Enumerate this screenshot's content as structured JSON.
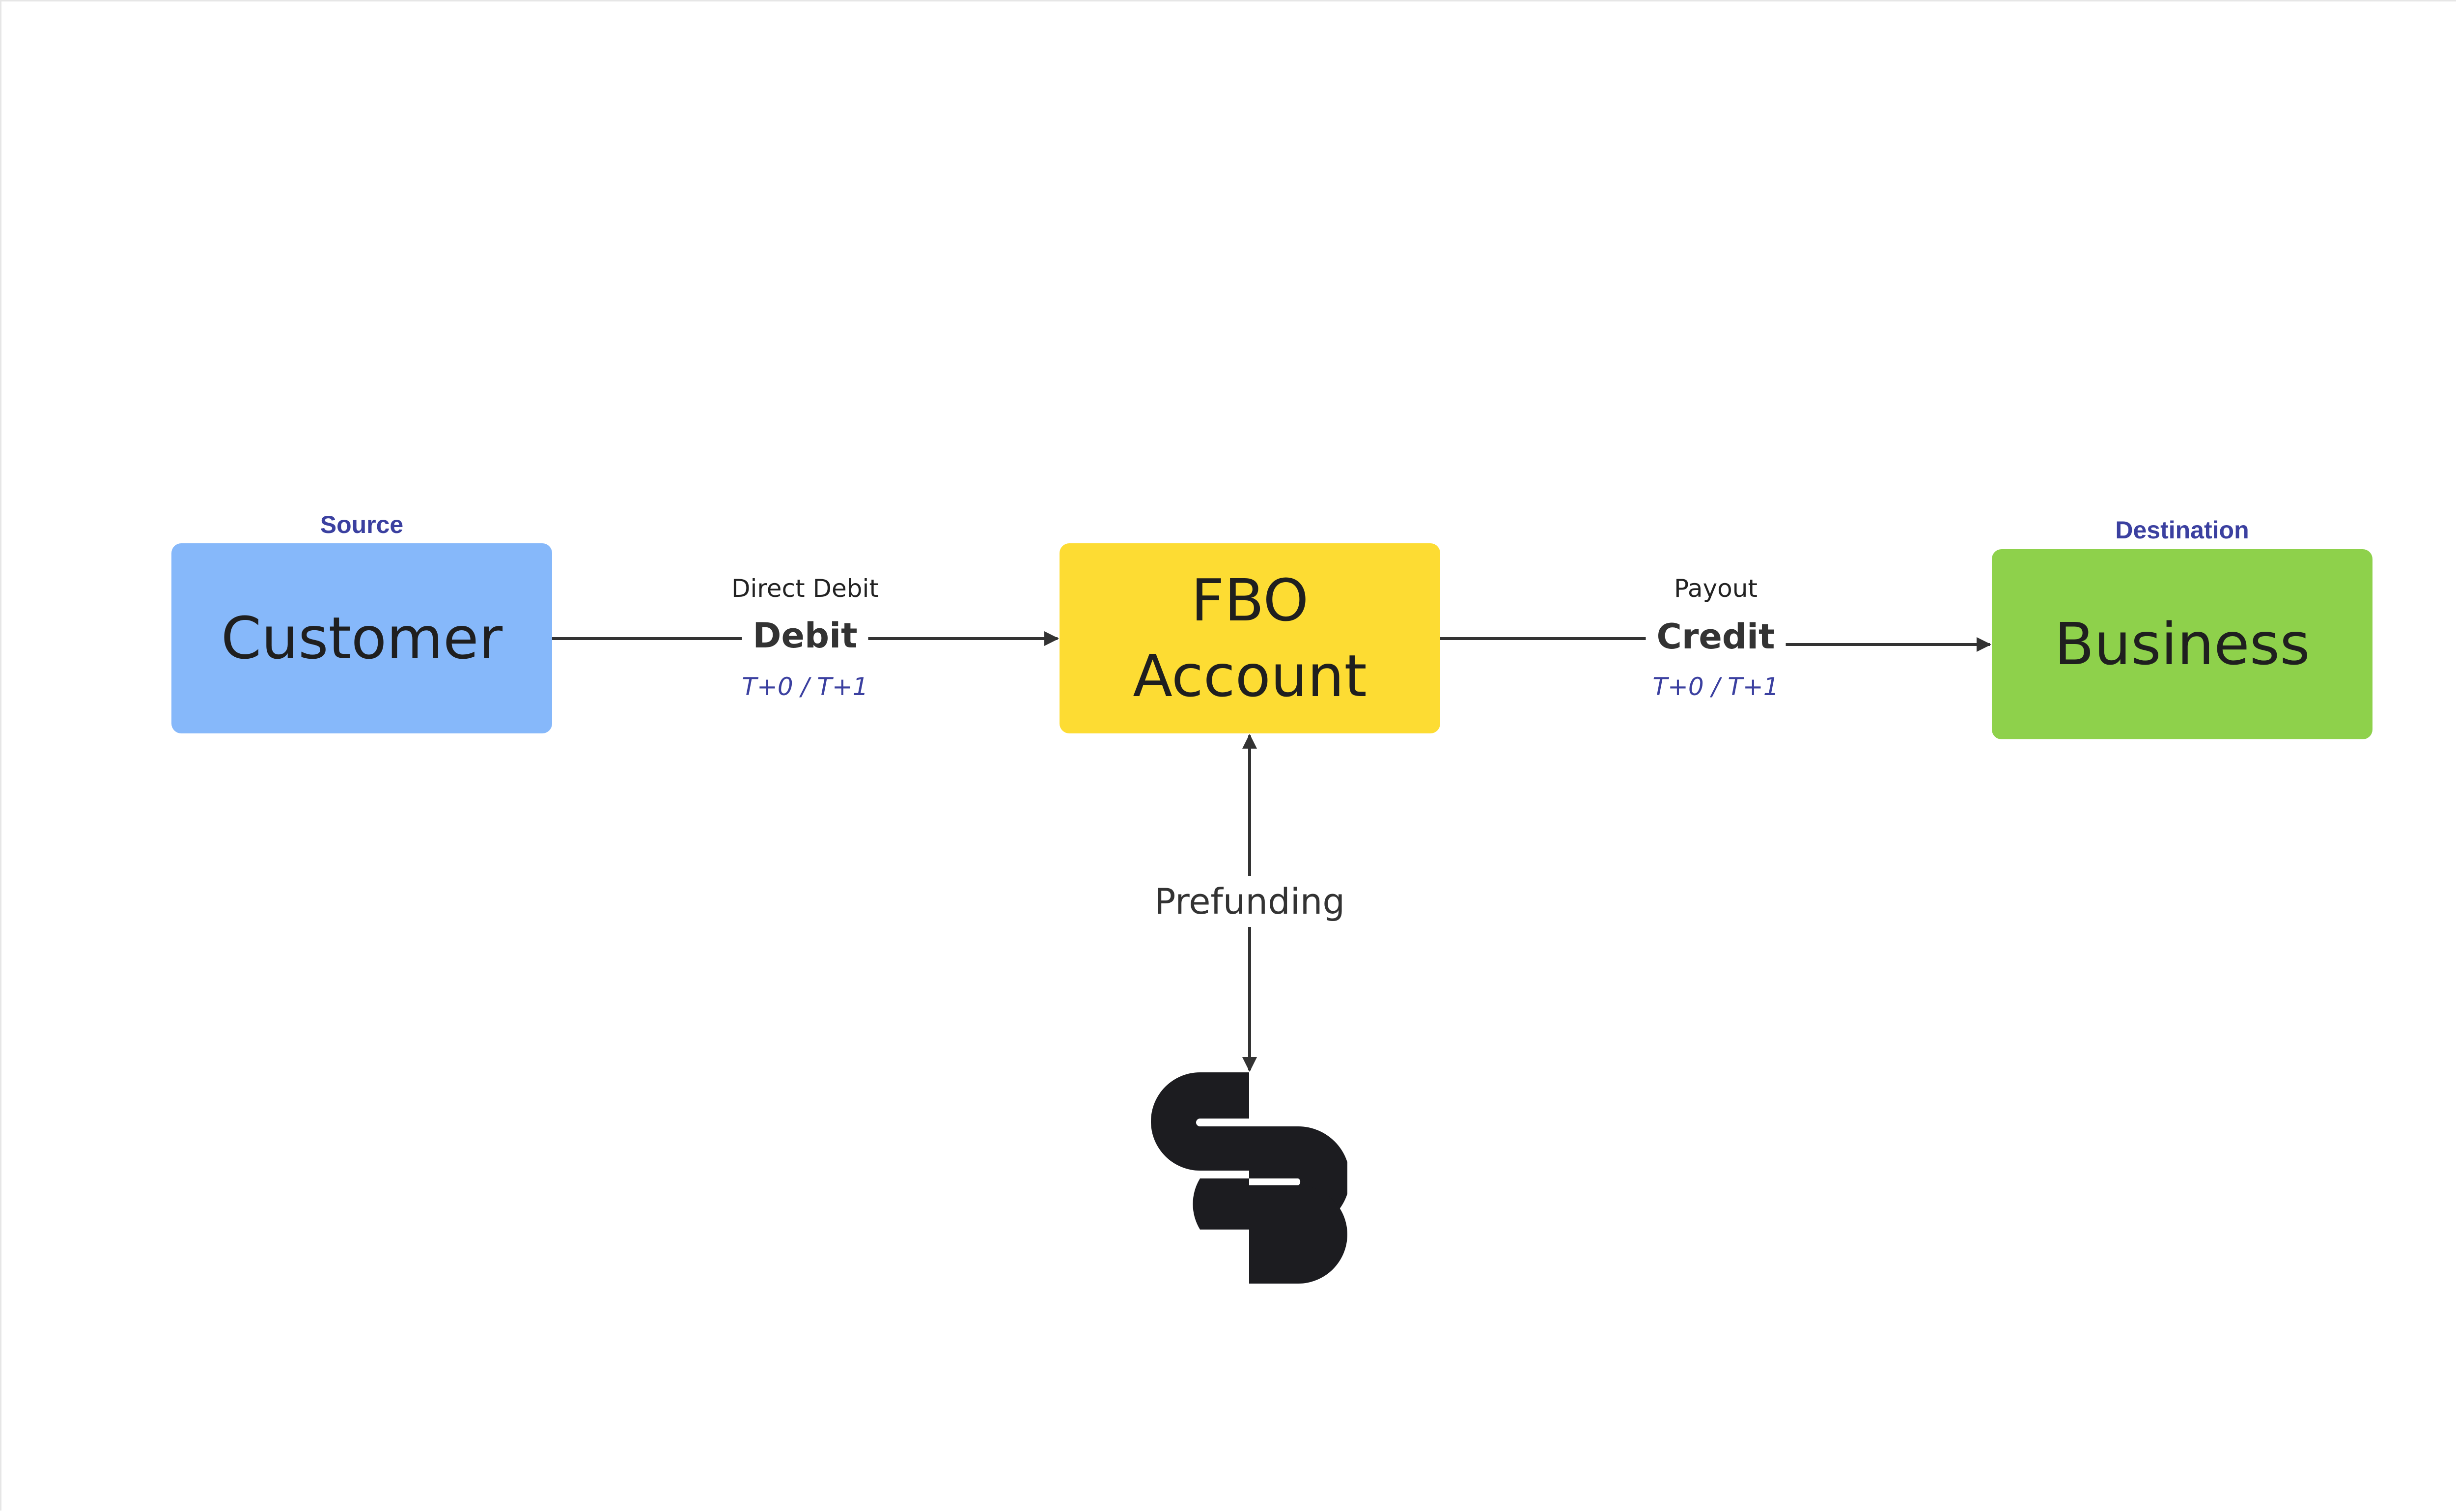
{
  "colors": {
    "source_fill": "#86b8fa",
    "fbo_fill": "#fddc33",
    "destination_fill": "#8ed14b",
    "role_label": "#3b40a0",
    "timing_label": "#3b40a0",
    "connector": "#333333",
    "logo": "#1c1c20"
  },
  "source": {
    "role": "Source",
    "title": "Customer"
  },
  "fbo": {
    "line1": "FBO",
    "line2": "Account"
  },
  "destination": {
    "role": "Destination",
    "title": "Business"
  },
  "debit_edge": {
    "method": "Direct Debit",
    "type": "Debit",
    "timing": "T+0 / T+1"
  },
  "credit_edge": {
    "method": "Payout",
    "type": "Credit",
    "timing": "T+0 / T+1"
  },
  "prefunding_edge": {
    "label": "Prefunding"
  },
  "logo": {
    "icon": "company-logo-icon"
  }
}
